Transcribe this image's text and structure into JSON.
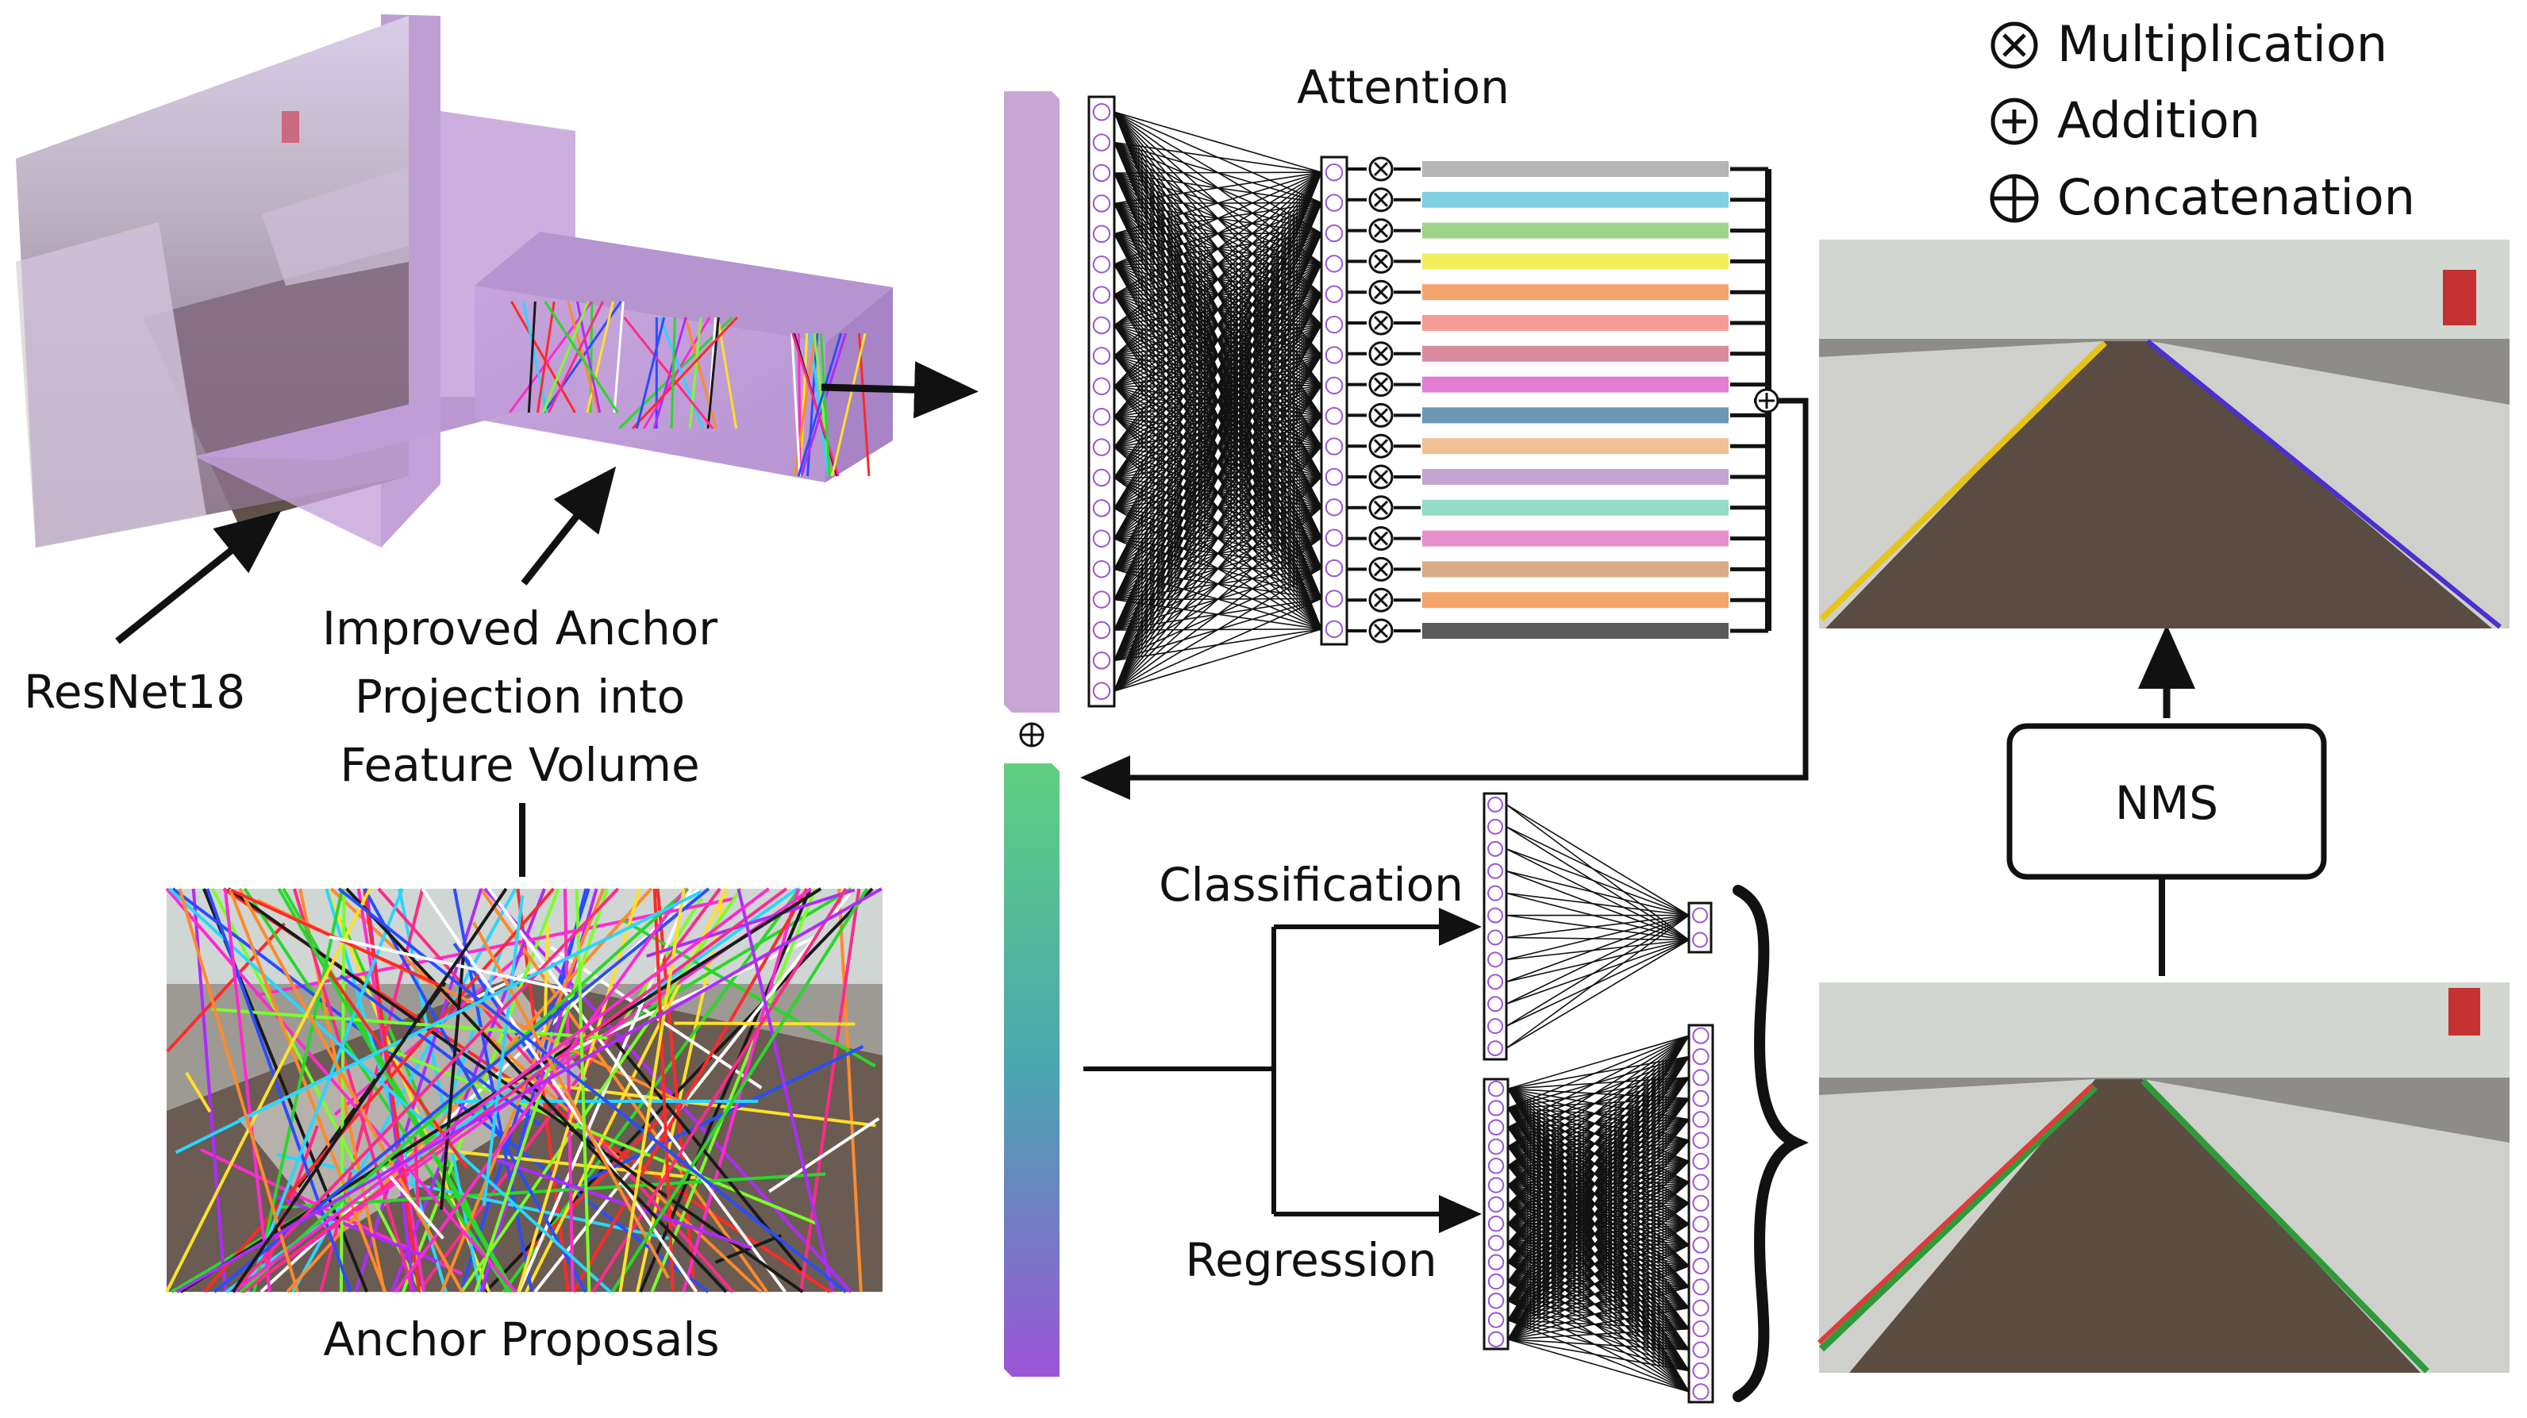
{
  "legend": {
    "multiplication": "Multiplication",
    "addition": "Addition",
    "concatenation": "Concatenation"
  },
  "labels": {
    "backbone": "ResNet18",
    "projection_line1": "Improved Anchor",
    "projection_line2": "Projection into",
    "projection_line3": "Feature Volume",
    "anchor_proposals": "Anchor Proposals",
    "attention": "Attention",
    "classification": "Classification",
    "regression": "Regression",
    "nms": "NMS"
  },
  "colors": {
    "feature_volume": "#c7a6dc",
    "feature_vector": "#c9a5d4",
    "gradient_top": "#5fcf80",
    "gradient_mid": "#4aa6b0",
    "gradient_bottom": "#9b55d6",
    "detected_left_lane": "#e6c41a",
    "detected_right_lane": "#4b2fd0",
    "gt_lane": "#2f9a3a",
    "pred_lane": "#e23a3a"
  },
  "attention_bar_colors": [
    "#b5b5b5",
    "#7fd0e3",
    "#9fd48c",
    "#f1ee5a",
    "#f3a46a",
    "#f59b96",
    "#d98b9d",
    "#e37fd0",
    "#6d97b3",
    "#f1c095",
    "#c4a4d1",
    "#92dcc8",
    "#e68fd0",
    "#d8ab86",
    "#f4a46a",
    "#5a5a5a"
  ],
  "anchor_colors": [
    "#ff2a2a",
    "#2bd62b",
    "#2a4dff",
    "#ffe02a",
    "#ff2ad0",
    "#2ad6ff",
    "#ff8a2a",
    "#b02aff",
    "#ffffff",
    "#1a1a1a",
    "#7aff2a",
    "#ff2a8a"
  ]
}
